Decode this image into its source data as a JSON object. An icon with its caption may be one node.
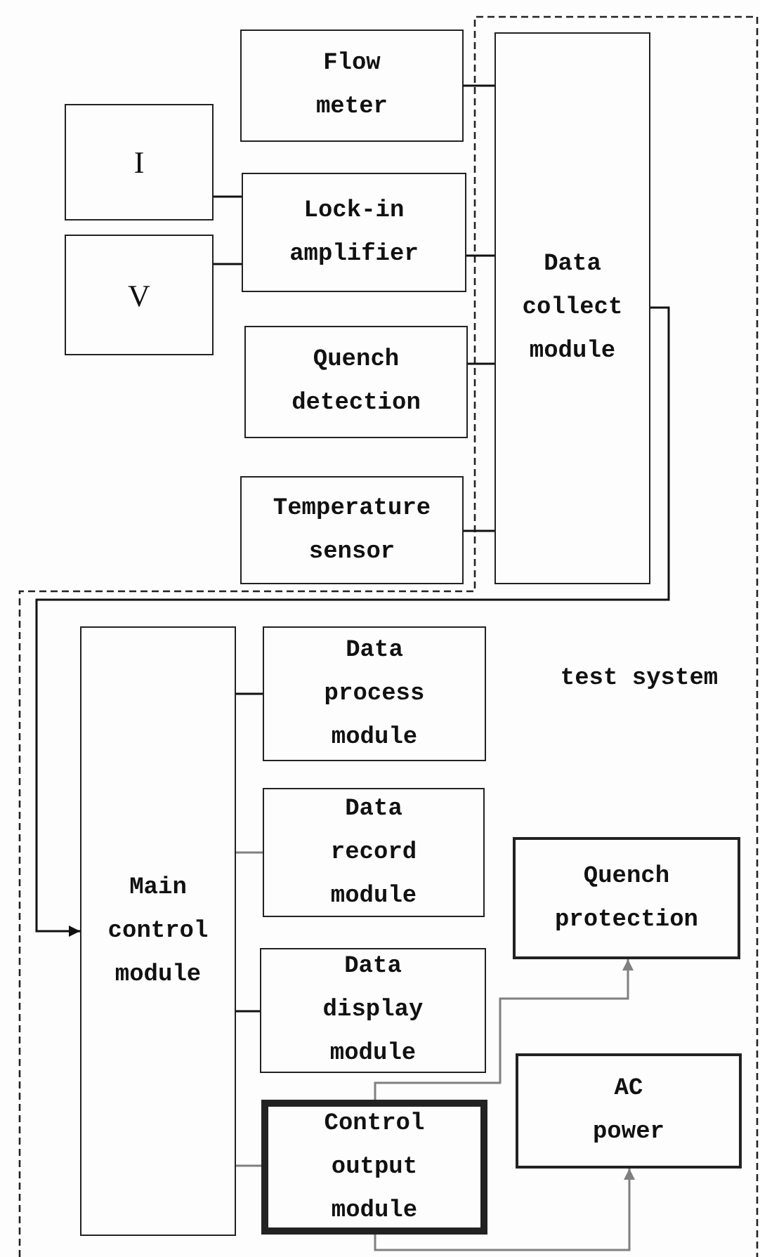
{
  "diagram": {
    "nodes": [
      {
        "text": [
          "Flow meter"
        ]
      },
      {
        "text": [
          "I"
        ]
      },
      {
        "text": [
          "Lock-in amplifier"
        ]
      },
      {
        "text": [
          "V"
        ]
      },
      {
        "text": [
          "Quench detection"
        ]
      },
      {
        "text": [
          "Temperature sensor"
        ]
      },
      {
        "text": [
          "Data collect module"
        ]
      },
      {
        "text": [
          "Main control module"
        ]
      },
      {
        "text": [
          "Data process module"
        ]
      },
      {
        "text": [
          "Data record module"
        ]
      },
      {
        "text": [
          "Data display module"
        ]
      },
      {
        "text": [
          "Control output module"
        ]
      },
      {
        "text": [
          "Quench protection"
        ]
      },
      {
        "text": [
          "AC power"
        ]
      }
    ],
    "edges": [
      {
        "from": 1,
        "to": 2,
        "arrow": "none"
      },
      {
        "from": 3,
        "to": 2,
        "arrow": "none"
      },
      {
        "from": 0,
        "to": 6,
        "arrow": "none"
      },
      {
        "from": 2,
        "to": 6,
        "arrow": "none"
      },
      {
        "from": 4,
        "to": 6,
        "arrow": "none"
      },
      {
        "from": 5,
        "to": 6,
        "arrow": "none"
      },
      {
        "from": 6,
        "to": 7,
        "arrow": "to"
      },
      {
        "from": 7,
        "to": 8,
        "arrow": "none"
      },
      {
        "from": 7,
        "to": 9,
        "arrow": "none",
        "color": "#808080"
      },
      {
        "from": 7,
        "to": 10,
        "arrow": "none"
      },
      {
        "from": 7,
        "to": 11,
        "arrow": "none",
        "color": "#808080"
      },
      {
        "from": 11,
        "to": 12,
        "arrow": "to",
        "color": "#808080"
      },
      {
        "from": 11,
        "to": 13,
        "arrow": "to",
        "color": "#808080"
      }
    ],
    "labels": [
      "test system"
    ]
  }
}
